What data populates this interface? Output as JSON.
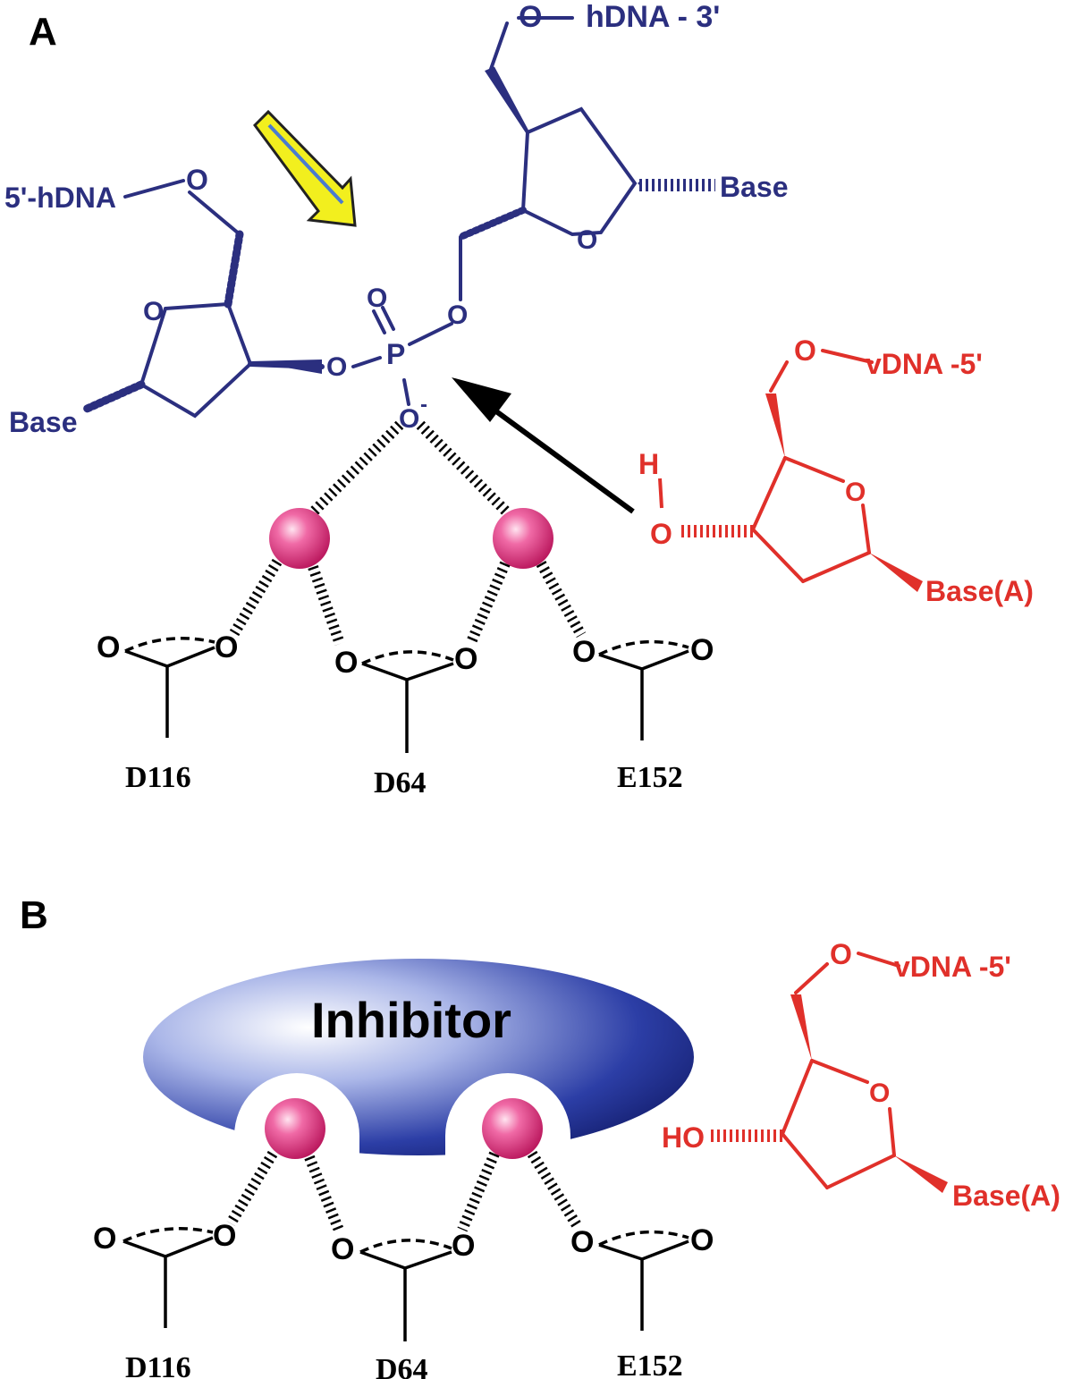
{
  "panels": {
    "a": {
      "label": "A",
      "host_dna": {
        "three_prime": "hDNA - 3'",
        "five_prime": "5'-hDNA",
        "base_right": "Base",
        "base_left": "Base",
        "ring_oxygen": "O",
        "phosphorus": "P",
        "phosphate_oxygen": "O",
        "charge": "-"
      },
      "viral_dna": {
        "five_prime": "vDNA -5'",
        "base": "Base(A)",
        "hydrogen": "H",
        "oxygen": "O"
      },
      "residues": [
        "D116",
        "D64",
        "E152"
      ]
    },
    "b": {
      "label": "B",
      "inhibitor": "Inhibitor",
      "viral_dna": {
        "five_prime": "vDNA -5'",
        "base": "Base(A)",
        "hydroxyl": "HO"
      },
      "residues": [
        "D116",
        "D64",
        "E152"
      ]
    }
  },
  "colors": {
    "host_dna": "#2b2f7f",
    "viral_dna": "#e0302a",
    "metal_ion": "#e23a86",
    "inhibitor": "#1c2a8c",
    "highlight": "#f2ef1e"
  }
}
